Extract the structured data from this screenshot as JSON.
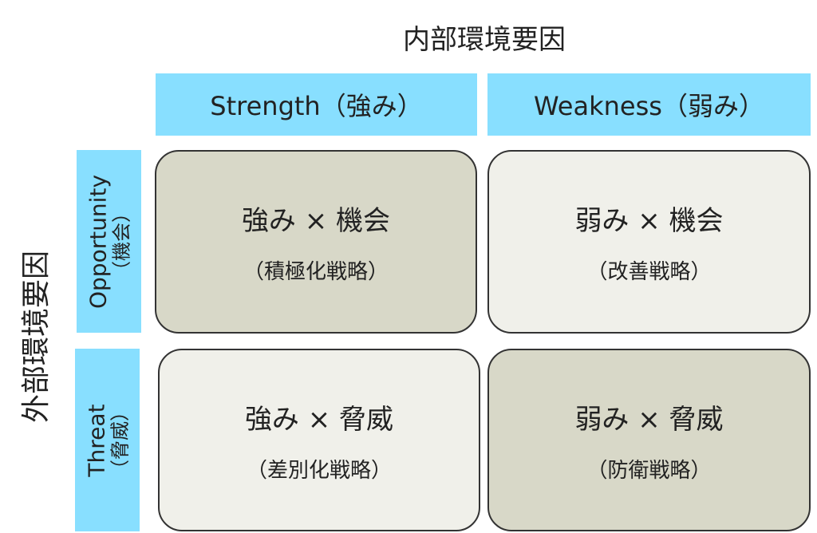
{
  "title_internal": "内部環境要因",
  "title_external": "外部環境要因",
  "columns": [
    {
      "label": "Strength（強み）"
    },
    {
      "label": "Weakness（弱み）"
    }
  ],
  "rows": [
    {
      "en": "Opportunity",
      "jp": "（機会）"
    },
    {
      "en": "Threat",
      "jp": "（脅威）"
    }
  ],
  "cells": [
    {
      "title": "強み × 機会",
      "strategy": "（積極化戦略）"
    },
    {
      "title": "弱み × 機会",
      "strategy": "（改善戦略）"
    },
    {
      "title": "強み × 脅威",
      "strategy": "（差別化戦略）"
    },
    {
      "title": "弱み × 脅威",
      "strategy": "（防衛戦略）"
    }
  ],
  "colors": {
    "header": "#88dfff",
    "dark_cell": "#d8d8c8",
    "light_cell": "#f0f0ea"
  }
}
